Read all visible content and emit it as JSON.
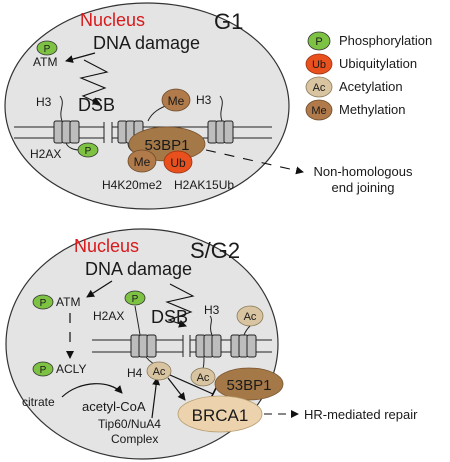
{
  "panels": {
    "g1": {
      "nucleus_label": "Nucleus",
      "phase": "G1",
      "dna_damage": "DNA damage",
      "atm": "ATM",
      "dsb": "DSB",
      "h3_left": "H3",
      "h3_right": "H3",
      "h2ax": "H2AX",
      "h4k20me2": "H4K20me2",
      "h2ak15ub": "H2AK15Ub",
      "protein_53bp1": "53BP1"
    },
    "sg2": {
      "nucleus_label": "Nucleus",
      "phase": "S/G2",
      "dna_damage": "DNA damage",
      "atm": "ATM",
      "h2ax": "H2AX",
      "dsb": "DSB",
      "h3": "H3",
      "acly": "ACLY",
      "citrate": "citrate",
      "acetyl_coa": "acetyl-CoA",
      "h4": "H4",
      "complex_line1": "Tip60/NuA4",
      "complex_line2": "Complex",
      "protein_53bp1": "53BP1",
      "protein_brca1": "BRCA1"
    }
  },
  "outcomes": {
    "nhej_line1": "Non-homologous",
    "nhej_line2": "end joining",
    "hr": "HR-mediated repair"
  },
  "badges": {
    "p": "P",
    "me": "Me",
    "ub": "Ub",
    "ac": "Ac"
  },
  "legend": [
    {
      "symbol": "P",
      "label": "Phosphorylation",
      "color": "#7dc242"
    },
    {
      "symbol": "Ub",
      "label": "Ubiquitylation",
      "color": "#e8501d"
    },
    {
      "symbol": "Ac",
      "label": "Acetylation",
      "color": "#d8c4a0"
    },
    {
      "symbol": "Me",
      "label": "Methylation",
      "color": "#b07a4a"
    }
  ],
  "colors": {
    "nucleus_fill": "#e4e4e4",
    "nucleus_title": "#d7191c",
    "phospho": "#7dc242",
    "ubiquityl": "#e8501d",
    "acetyl": "#d8c4a0",
    "methyl": "#b07a4a",
    "p53bp1": "#a57848",
    "brca1": "#ecd3ad"
  }
}
